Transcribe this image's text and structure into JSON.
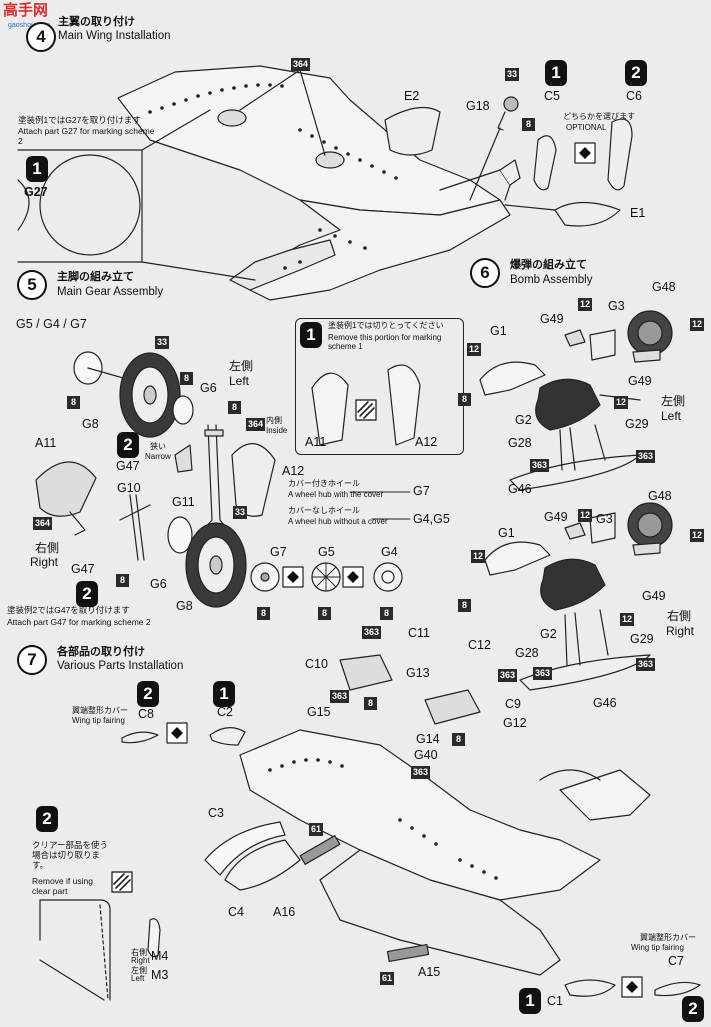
{
  "header": {
    "logo_text": "高手网",
    "logo_url": "gaoshou.com"
  },
  "step4": {
    "number": "4",
    "title_jp": "主翼の取り付け",
    "title_en": "Main Wing Installation",
    "scheme_note_jp": "塗装例1ではG27を取り付けます",
    "scheme_note_en": "Attach part G27 for marking scheme 2",
    "part_g27": "G27",
    "parts": {
      "b364": "364",
      "e2": "E2",
      "b33": "33",
      "g18": "G18",
      "b8": "8",
      "c5": "C5",
      "c6": "C6",
      "e1": "E1"
    },
    "optional_jp": "どちらかを選びます",
    "optional_en": "OPTIONAL"
  },
  "step5": {
    "number": "5",
    "title_jp": "主脚の組み立て",
    "title_en": "Main Gear Assembly",
    "parts_top": "G5 / G4 / G7",
    "left_jp": "左側",
    "left_en": "Left",
    "right_jp": "右側",
    "right_en": "Right",
    "narrow_jp": "狭い",
    "narrow_en": "Narrow",
    "inside_jp": "内側",
    "inside_en": "Inside",
    "parts": {
      "g6a": "G6",
      "g8a": "G8",
      "g47a": "G47",
      "g11": "G11",
      "a12": "A12",
      "a11": "A11",
      "g10": "G10",
      "g47b": "G47",
      "g6b": "G6",
      "g8b": "G8",
      "g7": "G7",
      "g5": "G5",
      "g4": "G4",
      "b33": "33",
      "b8": "8",
      "b364": "364"
    },
    "note_cover_jp": "カバー付きホイール",
    "note_cover_en": "A wheel hub with the cover",
    "note_cover_part": "G7",
    "note_nocover_jp": "カバーなしホイール",
    "note_nocover_en": "A wheel hub without a cover",
    "note_nocover_part": "G4,G5",
    "scheme2_note_jp": "塗装例2ではG47を取り付けます",
    "scheme2_note_en": "Attach part G47 for marking scheme 2",
    "box_note_jp": "塗装例1では切りとってください",
    "box_note_en": "Remove this portion for marking scheme 1",
    "box_a11": "A11",
    "box_a12": "A12"
  },
  "step6": {
    "number": "6",
    "title_jp": "爆弾の組み立て",
    "title_en": "Bomb Assembly",
    "left_jp": "左側",
    "left_en": "Left",
    "right_jp": "右側",
    "right_en": "Right",
    "parts": {
      "g48": "G48",
      "g49": "G49",
      "g3": "G3",
      "g1": "G1",
      "g2": "G2",
      "g28": "G28",
      "g29": "G29",
      "g46": "G46",
      "b12": "12",
      "b8": "8",
      "b363": "363"
    }
  },
  "step7": {
    "number": "7",
    "title_jp": "各部品の取り付け",
    "title_en": "Various Parts Installation",
    "wingtip_jp": "翼端整形カバー",
    "wingtip_en": "Wing tip fairing",
    "clear_jp": "クリアー部品を使う場合は切り取ります。",
    "clear_en": "Remove if using clear part",
    "right_jp": "右側",
    "right_en": "Right",
    "left_jp": "左側",
    "left_en": "Left",
    "parts": {
      "c8": "C8",
      "c2": "C2",
      "c11": "C11",
      "c10": "C10",
      "c12": "C12",
      "g13": "G13",
      "c9": "C9",
      "g15": "G15",
      "g14": "G14",
      "g12": "G12",
      "g40": "G40",
      "c3": "C3",
      "c4": "C4",
      "a16": "A16",
      "a15": "A15",
      "m4": "M4",
      "m3": "M3",
      "c7": "C7",
      "c1": "C1",
      "b363": "363",
      "b8": "8",
      "b61": "61"
    }
  },
  "scheme_labels": {
    "one": "1",
    "two": "2"
  },
  "colors": {
    "ink": "#111111",
    "paper": "#ececec",
    "tire": "#3a3a3a",
    "logo_red": "#d63030",
    "logo_blue": "#2b6fb8"
  }
}
